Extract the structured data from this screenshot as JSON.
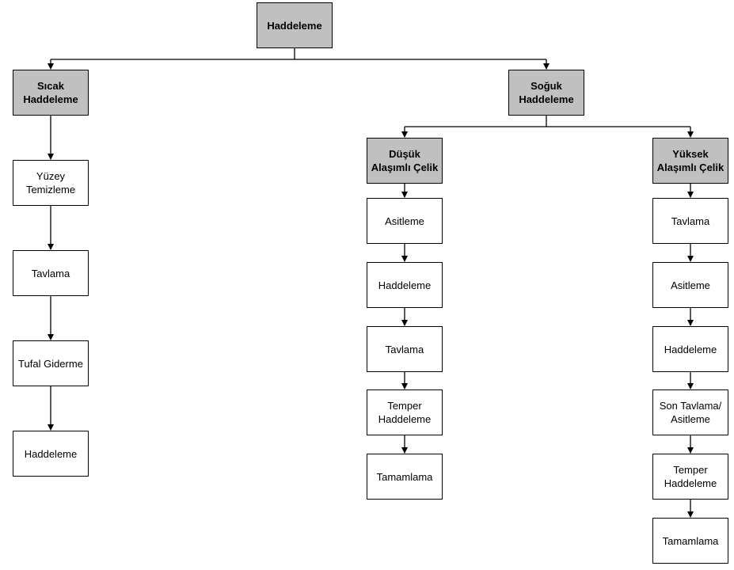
{
  "root": {
    "label": "Haddeleme"
  },
  "hot": {
    "label": "Sıcak\nHaddeleme",
    "steps": [
      "Yüzey\nTemizleme",
      "Tavlama",
      "Tufal Giderme",
      "Haddeleme"
    ]
  },
  "cold": {
    "label": "Soğuk\nHaddeleme",
    "low_alloy": {
      "label": "Düşük\nAlaşımlı Çelik",
      "steps": [
        "Asitleme",
        "Haddeleme",
        "Tavlama",
        "Temper\nHaddeleme",
        "Tamamlama"
      ]
    },
    "high_alloy": {
      "label": "Yüksek\nAlaşımlı Çelik",
      "steps": [
        "Tavlama",
        "Asitleme",
        "Haddeleme",
        "Son Tavlama/\nAsitleme",
        "Temper\nHaddeleme",
        "Tamamlama"
      ]
    }
  },
  "colors": {
    "header_fill": "#c0c0c0",
    "box_fill": "#ffffff",
    "line": "#000000"
  }
}
